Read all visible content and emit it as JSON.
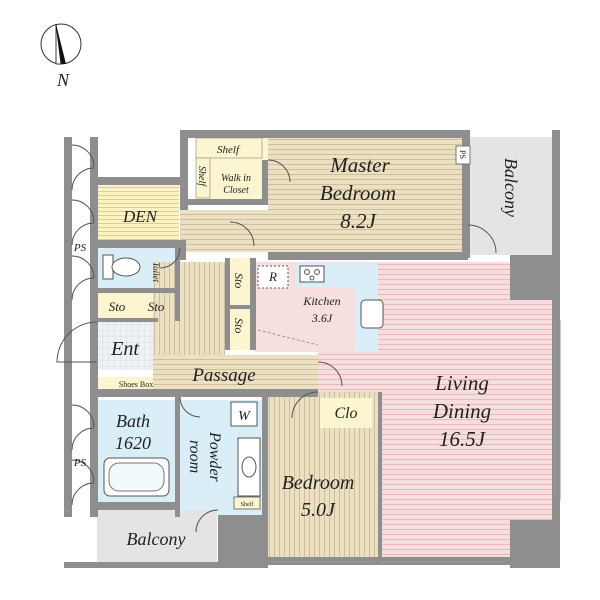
{
  "compass": {
    "label": "N"
  },
  "rooms": {
    "master_bedroom": {
      "name_line1": "Master",
      "name_line2": "Bedroom",
      "size": "8.2J"
    },
    "living_dining": {
      "name_line1": "Living",
      "name_line2": "Dining",
      "size": "16.5J"
    },
    "kitchen": {
      "name": "Kitchen",
      "size": "3.6J"
    },
    "bedroom": {
      "name": "Bedroom",
      "size": "5.0J"
    },
    "den": {
      "name": "DEN"
    },
    "bath": {
      "name": "Bath",
      "size": "1620"
    },
    "powder_room": {
      "line1": "Powder",
      "line2": "room"
    },
    "entrance": {
      "name": "Ent"
    },
    "passage": {
      "name": "Passage"
    },
    "walk_in_closet": {
      "line1": "Walk in",
      "line2": "Closet"
    },
    "toilet": {
      "name": "Toilet"
    },
    "balcony_east": {
      "name": "Balcony"
    },
    "balcony_south": {
      "name": "Balcony"
    }
  },
  "storage": {
    "shelf_top": "Shelf",
    "shelf_side": "Shelf",
    "shelf_powder": "Shelf",
    "sto_1": "Sto",
    "sto_2": "Sto",
    "sto_3": "Sto",
    "sto_4": "Sto",
    "clo": "Clo",
    "shoes_box": "Shoes Box",
    "washer": "W",
    "fridge": "R"
  },
  "pipe_spaces": {
    "ps_1": "PS",
    "ps_2": "PS",
    "ps_3": "PS"
  },
  "colors": {
    "wood_floor": "#ece0c2",
    "living_floor": "#f6dede",
    "kitchen_floor": "#f7dfe0",
    "wet_area": "#d9eef6",
    "storage_yellow": "#fbf6cf",
    "wall": "#8e8e8e",
    "balcony": "#e4e4e4"
  }
}
